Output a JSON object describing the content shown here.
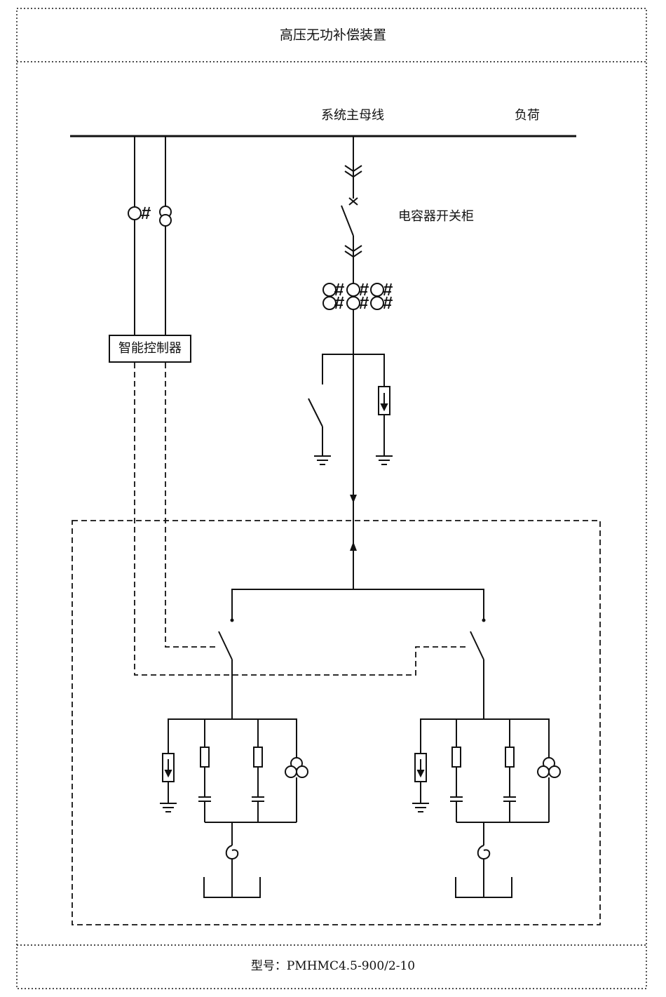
{
  "title": "高压无功补偿装置",
  "labels": {
    "main_bus": "系统主母线",
    "load": "负荷",
    "switchgear": "电容器开关柜",
    "controller": "智能控制器"
  },
  "footer": {
    "model_prefix": "型号：",
    "model_value": "PMHMC4.5-900/2-10"
  },
  "colors": {
    "line": "#111111",
    "background": "#ffffff"
  }
}
